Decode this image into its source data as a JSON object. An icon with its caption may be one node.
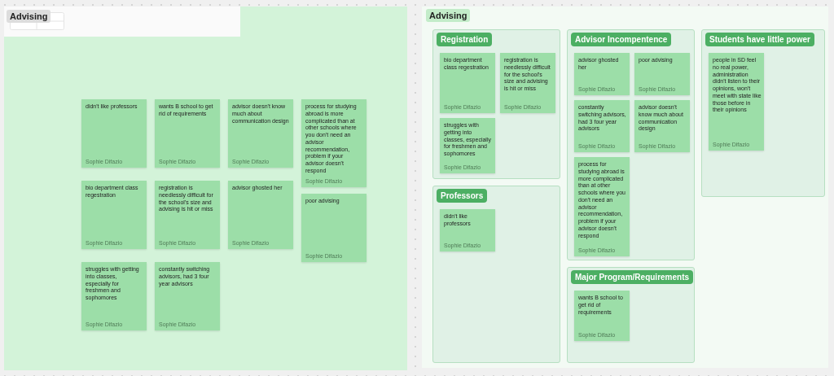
{
  "diagram": {
    "nodes": [
      {
        "text": [
          "Advising"
        ]
      },
      {
        "text": [
          "didn't like professors",
          "Sophie Difazio"
        ],
        "in": 0
      },
      {
        "text": [
          "wants B school to get rid of requirements",
          "Sophie Difazio"
        ],
        "in": 0
      },
      {
        "text": [
          "advisor doesn't know much about communication design",
          "Sophie Difazio"
        ],
        "in": 0
      },
      {
        "text": [
          "process for studying abroad is more complicated than at other schools where you don't need an advisor recommendation, problem if your advisor doesn't respond",
          "Sophie Difazio"
        ],
        "in": 0
      },
      {
        "text": [
          "bio department class regestration",
          "Sophie Difazio"
        ],
        "in": 0
      },
      {
        "text": [
          "registration is needlessly difficult for the school's size and advising is hit or miss",
          "Sophie Difazio"
        ],
        "in": 0
      },
      {
        "text": [
          "advisor ghosted her",
          "Sophie Difazio"
        ],
        "in": 0
      },
      {
        "text": [
          "poor advising",
          "Sophie Difazio"
        ],
        "in": 0
      },
      {
        "text": [
          "struggles with getting into classes, especially for freshmen and sophomores",
          "Sophie Difazio"
        ],
        "in": 0
      },
      {
        "text": [
          "constantly switching advisors, had 3 four year advisors",
          "Sophie Difazio"
        ],
        "in": 0
      },
      {
        "text": [
          "Advising"
        ]
      },
      {
        "text": [
          "Registration"
        ],
        "in": 11
      },
      {
        "text": [
          "bio department class regestration",
          "Sophie Difazio"
        ],
        "in": 12
      },
      {
        "text": [
          "registration is needlessly difficult for the school's size and advising is hit or miss",
          "Sophie Difazio"
        ],
        "in": 12
      },
      {
        "text": [
          "struggles with getting into classes, especially for freshmen and sophomores",
          "Sophie Difazio"
        ],
        "in": 12
      },
      {
        "text": [
          "Advisor Incompentence"
        ],
        "in": 11
      },
      {
        "text": [
          "advisor ghosted her",
          "Sophie Difazio"
        ],
        "in": 16
      },
      {
        "text": [
          "poor advising",
          "Sophie Difazio"
        ],
        "in": 16
      },
      {
        "text": [
          "constantly switching advisors, had 3 four year advisors",
          "Sophie Difazio"
        ],
        "in": 16
      },
      {
        "text": [
          "advisor doesn't know much about communication design",
          "Sophie Difazio"
        ],
        "in": 16
      },
      {
        "text": [
          "process for studying abroad is more complicated than at other schools where you don't need an advisor recommendation, problem if your advisor doesn't respond",
          "Sophie Difazio"
        ],
        "in": 16
      },
      {
        "text": [
          "Students have little power"
        ],
        "in": 11
      },
      {
        "text": [
          "people in SD feel no real power, administration didn't listen to their opinions, won't meet with state like those before in their opinions",
          "Sophie Difazio"
        ],
        "in": 22
      },
      {
        "text": [
          "Professors"
        ],
        "in": 11
      },
      {
        "text": [
          "didn't like professors",
          "Sophie Difazio"
        ],
        "in": 24
      },
      {
        "text": [
          "Major Program/Requirements"
        ],
        "in": 11
      },
      {
        "text": [
          "wants B school to get rid of requirements",
          "Sophie Difazio"
        ],
        "in": 26
      }
    ],
    "edges": []
  }
}
